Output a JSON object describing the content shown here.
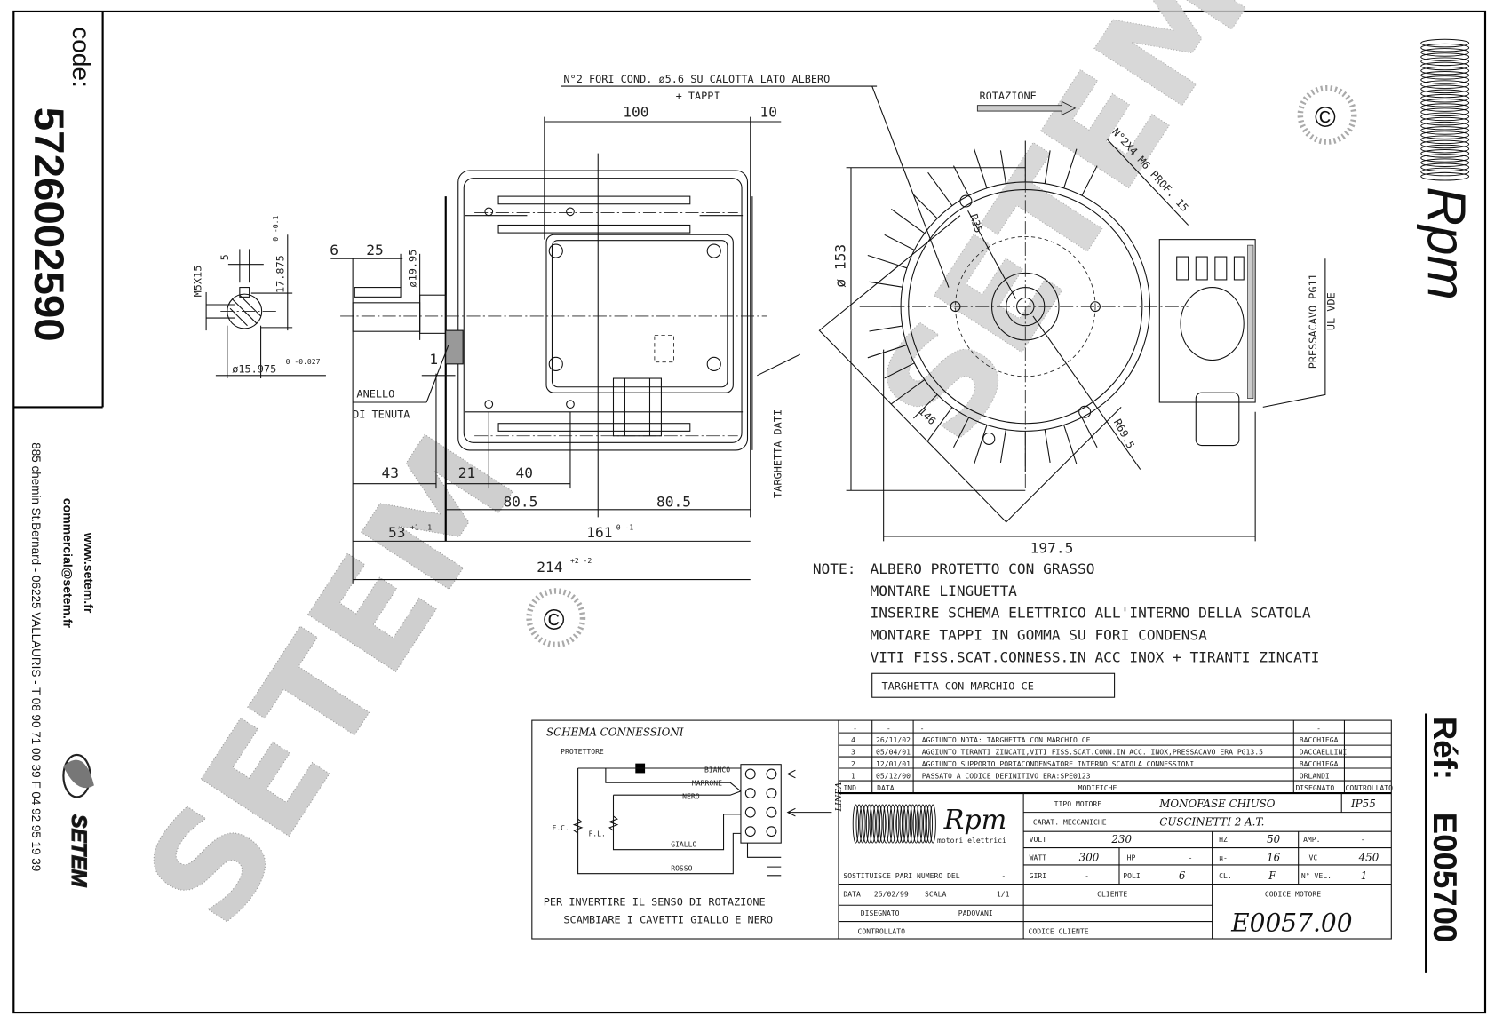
{
  "sidebar": {
    "code_label": "code:",
    "code_value": "5726002590",
    "website": "www.setem.fr",
    "email": "commercial@setem.fr",
    "address": "885 chemin St.Bernard - 06225 VALLAURIS - T 08 90 71 00 39  F 04 92 95 19 39",
    "brand": "SETEM"
  },
  "right_strip": {
    "logo_text": "Rpm",
    "ref_label": "Réf:",
    "ref_value": "E005700"
  },
  "watermark": {
    "text": "SETEM",
    "mark": "©"
  },
  "side_view": {
    "hole_note": "N°2 FORI COND. ø5.6 SU CALOTTA LATO ALBERO",
    "hole_note_2": "+ TAPPI",
    "dim_100": "100",
    "dim_10": "10",
    "dim_25": "25",
    "dim_6": "6",
    "dim_shaft_dia": "ø19.95",
    "dim_1": "1",
    "seal_label_1": "ANELLO",
    "seal_label_2": "DI TENUTA",
    "nameplate_label": "TARGHETTA DATI",
    "dim_43": "43",
    "dim_21": "21",
    "dim_40": "40",
    "dim_80_5_left": "80.5",
    "dim_80_5_right": "80.5",
    "dim_53": "53",
    "dim_53_tol": "+1 -1",
    "dim_161": "161",
    "dim_161_tol": "0 -1",
    "dim_214": "214",
    "dim_214_tol": "+2 -2"
  },
  "shaft_section": {
    "thread": "M5X15",
    "key_width": "5",
    "key_depth": "17.875",
    "key_depth_tol": "0 -0.1",
    "diameter": "ø15.975",
    "diameter_tol": "0 -0.027"
  },
  "front_view": {
    "rotation_label": "ROTAZIONE",
    "holes_note": "N°2X4 M6 PROF. 15",
    "r35": "R35",
    "r69_5": "R69.5",
    "dim_146": "146",
    "dim_153": "ø 153",
    "dim_197_5": "197.5",
    "gland_label": "PRESSACAVO PG11",
    "gland_std": "UL-VDE"
  },
  "notes": {
    "prefix": "NOTE:",
    "lines": [
      "ALBERO PROTETTO CON GRASSO",
      "MONTARE LINGUETTA",
      "INSERIRE SCHEMA ELETTRICO ALL'INTERNO DELLA SCATOLA",
      "MONTARE TAPPI IN GOMMA SU FORI CONDENSA",
      "VITI FISS.SCAT.CONNESS.IN ACC INOX + TIRANTI ZINCATI"
    ],
    "boxed": "TARGHETTA CON MARCHIO CE"
  },
  "schema": {
    "title": "SCHEMA CONNESSIONI",
    "protector": "PROTETTORE",
    "wires": [
      "BIANCO",
      "MARRONE",
      "NERO",
      "GIALLO",
      "ROSSO"
    ],
    "fc": "F.C.",
    "fl": "F.L.",
    "line": "LINEA",
    "instruction_1": "PER INVERTIRE IL SENSO DI ROTAZIONE",
    "instruction_2": "SCAMBIARE I CAVETTI GIALLO E NERO"
  },
  "revisions": {
    "headers": {
      "ind": "IND",
      "date": "DATA",
      "changes": "MODIFICHE",
      "drawn": "DISEGNATO",
      "checked": "CONTROLLATO"
    },
    "blank": "-",
    "rows": [
      {
        "ind": "4",
        "date": "26/11/02",
        "change": "AGGIUNTO NOTA: TARGHETTA CON MARCHIO CE",
        "drawn": "BACCHIEGA"
      },
      {
        "ind": "3",
        "date": "05/04/01",
        "change": "AGGIUNTO TIRANTI ZINCATI,VITI FISS.SCAT.CONN.IN ACC. INOX,PRESSACAVO ERA PG13.5",
        "drawn": "DACCAELLINI"
      },
      {
        "ind": "2",
        "date": "12/01/01",
        "change": "AGGIUNTO SUPPORTO PORTACONDENSATORE INTERNO SCATOLA CONNESSIONI",
        "drawn": "BACCHIEGA"
      },
      {
        "ind": "1",
        "date": "05/12/00",
        "change": "PASSATO A CODICE DEFINITIVO ERA:SPE0123",
        "drawn": "ORLANDI"
      }
    ]
  },
  "title_block": {
    "logo": "Rpm",
    "logo_sub": "motori elettrici",
    "motor_type_label": "TIPO MOTORE",
    "motor_type": "MONOFASE CHIUSO",
    "protection": "IP55",
    "mech_label": "CARAT. MECCANICHE",
    "mech": "CUSCINETTI 2 A.T.",
    "volt_label": "VOLT",
    "volt": "230",
    "hz_label": "HZ",
    "hz": "50",
    "amp_label": "AMP.",
    "amp": "-",
    "watt_label": "WATT",
    "watt": "300",
    "hp_label": "HP",
    "hp": "-",
    "mu_label": "µ-",
    "mu": "16",
    "vc_label": "VC",
    "vc": "450",
    "giri_label": "GIRI",
    "giri": "-",
    "poli_label": "POLI",
    "poli": "6",
    "cl_label": "CL.",
    "cl": "F",
    "vel_label": "N° VEL.",
    "vel": "1",
    "replaces_label": "SOSTITUISCE PARI NUMERO DEL",
    "replaces": "-",
    "date_label": "DATA",
    "date": "25/02/99",
    "scale_label": "SCALA",
    "scale": "1/1",
    "drawn_label": "DISEGNATO",
    "drawn": "PADOVANI",
    "checked_label": "CONTROLLATO",
    "client_label": "CLIENTE",
    "client_code_label": "CODICE CLIENTE",
    "motor_code_label": "CODICE MOTORE",
    "motor_code": "E0057.00"
  }
}
